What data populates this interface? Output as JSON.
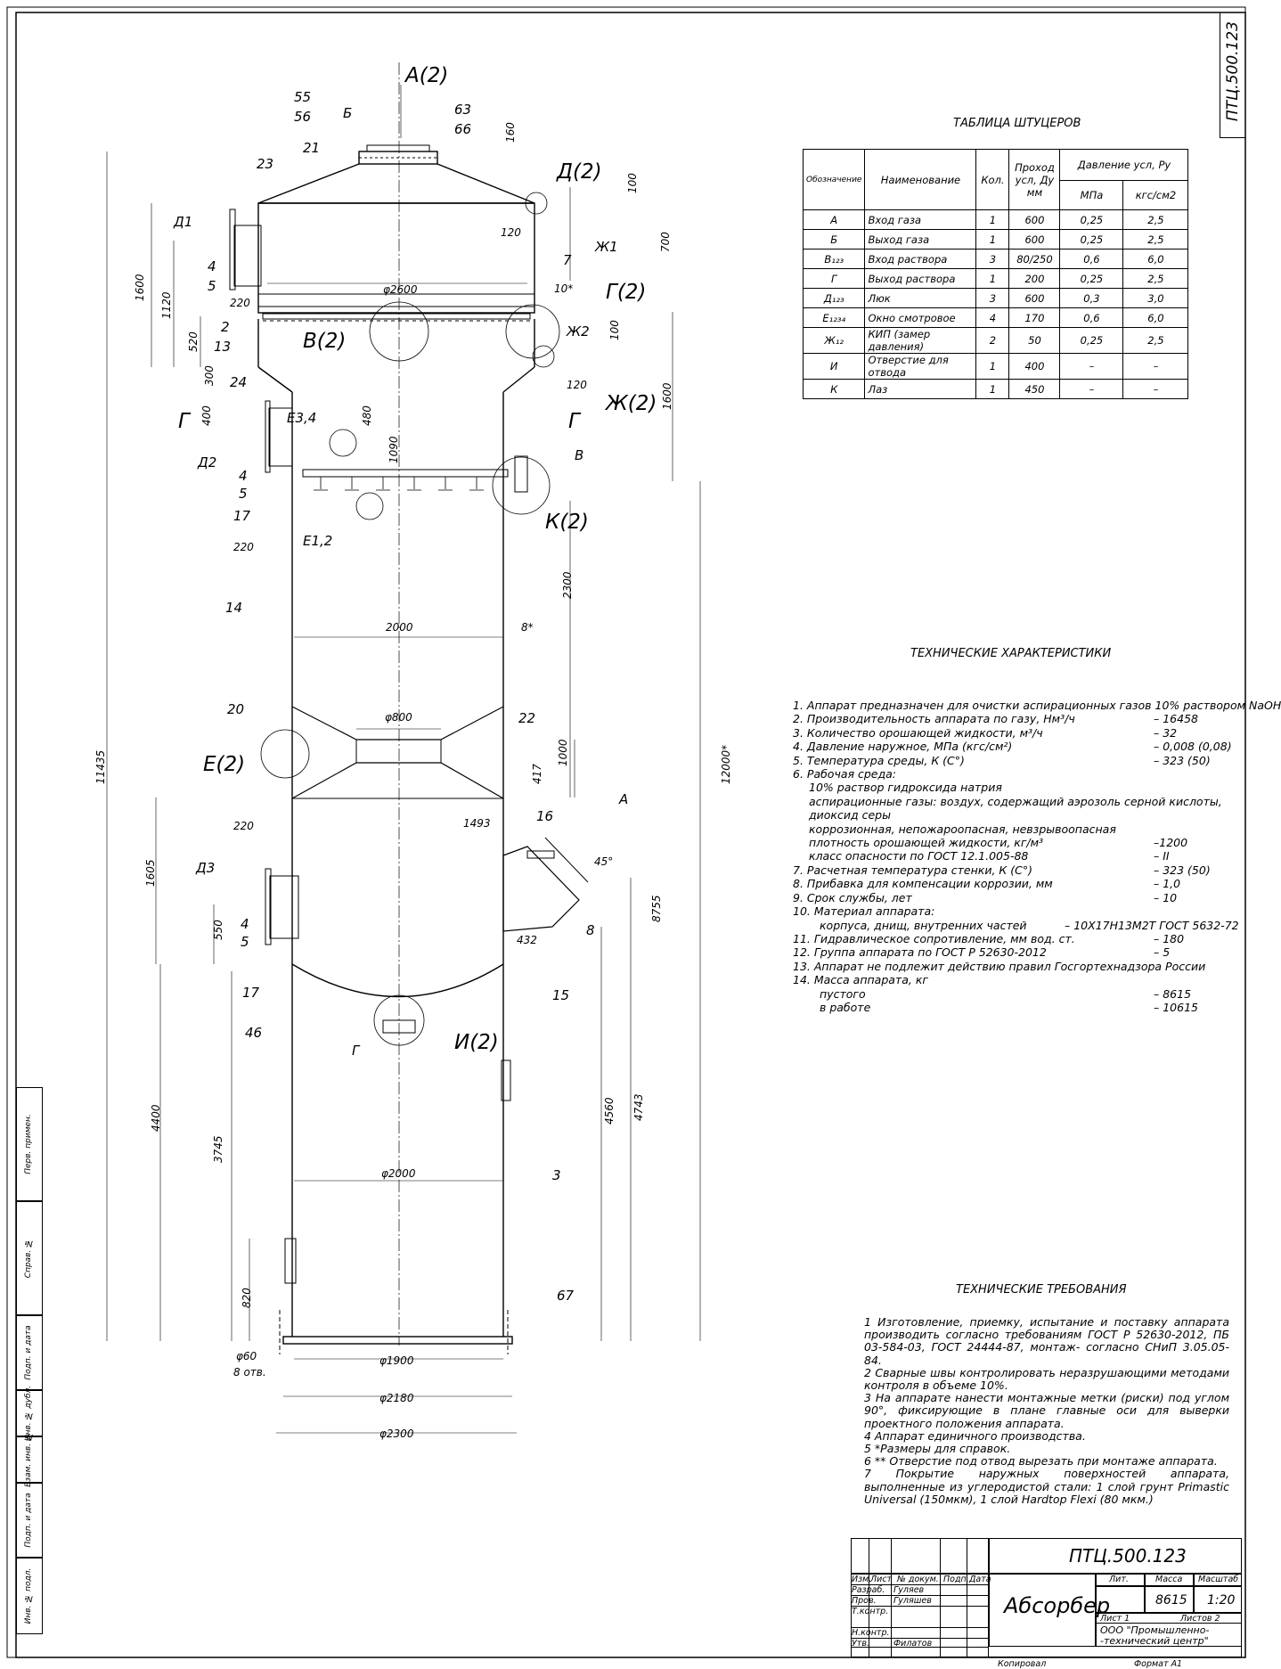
{
  "drawing_number": "ПТЦ.500.123",
  "nozzle_table": {
    "title": "ТАБЛИЦА ШТУЦЕРОВ",
    "headers": {
      "designation": "Обозначение",
      "name": "Наименование",
      "qty": "Кол.",
      "passage": "Проход усл, Ду мм",
      "pressure": "Давление усл, Ру",
      "mpa": "МПа",
      "kgs": "кгс/см2"
    },
    "rows": [
      {
        "d": "А",
        "n": "Вход газа",
        "q": "1",
        "dn": "600",
        "p": "0,25",
        "k": "2,5"
      },
      {
        "d": "Б",
        "n": "Выход газа",
        "q": "1",
        "dn": "600",
        "p": "0,25",
        "k": "2,5"
      },
      {
        "d": "В₁₂₃",
        "n": "Вход раствора",
        "q": "3",
        "dn": "80/250",
        "p": "0,6",
        "k": "6,0"
      },
      {
        "d": "Г",
        "n": "Выход раствора",
        "q": "1",
        "dn": "200",
        "p": "0,25",
        "k": "2,5"
      },
      {
        "d": "Д₁₂₃",
        "n": "Люк",
        "q": "3",
        "dn": "600",
        "p": "0,3",
        "k": "3,0"
      },
      {
        "d": "Е₁₂₃₄",
        "n": "Окно смотровое",
        "q": "4",
        "dn": "170",
        "p": "0,6",
        "k": "6,0"
      },
      {
        "d": "Ж₁₂",
        "n": "КИП (замер давления)",
        "q": "2",
        "dn": "50",
        "p": "0,25",
        "k": "2,5"
      },
      {
        "d": "И",
        "n": "Отверстие для отвода",
        "q": "1",
        "dn": "400",
        "p": "–",
        "k": "–"
      },
      {
        "d": "К",
        "n": "Лаз",
        "q": "1",
        "dn": "450",
        "p": "–",
        "k": "–"
      }
    ]
  },
  "tech_char": {
    "title": "ТЕХНИЧЕСКИЕ ХАРАКТЕРИСТИКИ",
    "lines": [
      {
        "t": "1. Аппарат предназначен для очистки аспирационных газов 10% раствором NaOH",
        "v": "",
        "i": 0
      },
      {
        "t": "2. Производительность аппарата по газу, Нм³/ч",
        "v": "– 16458",
        "i": 0
      },
      {
        "t": "3. Количество орошающей жидкости, м³/ч",
        "v": "– 32",
        "i": 0
      },
      {
        "t": "4. Давление наружное, МПа  (кгс/см²)",
        "v": "– 0,008 (0,08)",
        "i": 0
      },
      {
        "t": "5. Температура среды, К (С°)",
        "v": "– 323 (50)",
        "i": 0
      },
      {
        "t": "6. Рабочая среда:",
        "v": "",
        "i": 0
      },
      {
        "t": "10% раствор гидроксида натрия",
        "v": "",
        "i": 1
      },
      {
        "t": "аспирационные газы: воздух, содержащий аэрозоль серной кислоты,",
        "v": "",
        "i": 1
      },
      {
        "t": "диоксид серы",
        "v": "",
        "i": 1
      },
      {
        "t": "коррозионная, непожароопасная, невзрывоопасная",
        "v": "",
        "i": 1
      },
      {
        "t": "плотность орошающей жидкости, кг/м³",
        "v": "–1200",
        "i": 1
      },
      {
        "t": "класс опасности по ГОСТ 12.1.005-88",
        "v": "– II",
        "i": 1
      },
      {
        "t": "7. Расчетная температура стенки, К (С°)",
        "v": "– 323 (50)",
        "i": 0
      },
      {
        "t": "8. Прибавка для компенсации коррозии, мм",
        "v": "– 1,0",
        "i": 0
      },
      {
        "t": "9. Срок службы, лет",
        "v": "– 10",
        "i": 0
      },
      {
        "t": "10. Материал аппарата:",
        "v": "",
        "i": 0
      },
      {
        "t": "корпуса, днищ, внутренних частей",
        "v": "– 10Х17Н13М2Т ГОСТ 5632-72",
        "i": 2
      },
      {
        "t": "11. Гидравлическое сопротивление, мм вод. ст.",
        "v": "– 180",
        "i": 0
      },
      {
        "t": "12. Группа аппарата по ГОСТ Р 52630-2012",
        "v": "– 5",
        "i": 0
      },
      {
        "t": "13. Аппарат не подлежит действию правил Госгортехнадзора России",
        "v": "",
        "i": 0
      },
      {
        "t": "14. Масса аппарата, кг",
        "v": "",
        "i": 0
      },
      {
        "t": "пустого",
        "v": "– 8615",
        "i": 2
      },
      {
        "t": "в работе",
        "v": "– 10615",
        "i": 2
      }
    ]
  },
  "tech_req": {
    "title": "ТЕХНИЧЕСКИЕ ТРЕБОВАНИЯ",
    "lines": [
      "1 Изготовление, приемку, испытание и поставку аппарата производить согласно требованиям ГОСТ Р 52630-2012, ПБ 03-584-03, ГОСТ 24444-87, монтаж- согласно СНиП 3.05.05-84.",
      "2 Сварные швы контролировать неразрушающими методами контроля в объеме 10%.",
      "3 На аппарате нанести монтажные метки (риски) под углом 90°, фиксирующие в плане главные оси для выверки проектного положения аппарата.",
      "4 Аппарат единичного производства.",
      "5 *Размеры для справок.",
      "6 ** Отверстие под отвод вырезать при монтаже аппарата.",
      "7 Покрытие наружных поверхностей аппарата, выполненные из углеродистой стали: 1 слой грунт Primastic Universal (150мкм), 1 слой Hardtop Flexi (80 мкм.)"
    ]
  },
  "title_block": {
    "number": "ПТЦ.500.123",
    "name": "Абсорбер",
    "lit": "Лит.",
    "mass_h": "Масса",
    "scale_h": "Масштаб",
    "mass": "8615",
    "scale": "1:20",
    "sheet": "Лист   1",
    "sheets": "Листов   2",
    "org": "ООО \"Промышленно- -технический центр\"",
    "izm": "Изм.",
    "list": "Лист",
    "docnum": "№ докум.",
    "podp": "Подп.",
    "data": "Дата",
    "razrab": "Разраб.",
    "razrab_n": "Гуляев",
    "prov": "Пров.",
    "prov_n": "Гуляшев",
    "tkontr": "Т.контр.",
    "nkontr": "Н.контр.",
    "utv": "Утв.",
    "utv_n": "Филатов",
    "kopiroval": "Копировал",
    "format": "Формат   А1"
  },
  "side_strip": [
    "Перв. примен.",
    "Справ. №",
    "Подп. и дата",
    "Инв. № дубл.",
    "Взам. инв. №",
    "Подп. и дата",
    "Инв. № подл."
  ],
  "labels": {
    "A2": "А(2)",
    "B": "Б",
    "n55": "55",
    "n56": "56",
    "n63": "63",
    "n66": "66",
    "n21": "21",
    "n23": "23",
    "D2top": "Д(2)",
    "D1": "Д1",
    "n4a": "4",
    "n5a": "5",
    "Zh1": "Ж1",
    "n7": "7",
    "G2": "Г(2)",
    "n2": "2",
    "n13": "13",
    "V2": "В(2)",
    "Zh2": "Ж2",
    "n24": "24",
    "Zh2b": "Ж(2)",
    "G": "Г",
    "E34": "Е3,4",
    "D2": "Д2",
    "n4b": "4",
    "n5b": "5",
    "n17a": "17",
    "V": "В",
    "K2": "К(2)",
    "E12": "Е1,2",
    "n14": "14",
    "n20": "20",
    "n22": "22",
    "E2": "Е(2)",
    "n16": "16",
    "A": "А",
    "D3": "Д3",
    "n4c": "4",
    "n5c": "5",
    "n8": "8",
    "n17b": "17",
    "n15": "15",
    "n46": "46",
    "Gb": "Г",
    "I2": "И(2)",
    "n3": "3",
    "n67": "67",
    "otv": "8 отв."
  },
  "dims": {
    "d160": "160",
    "d100a": "100",
    "d700": "700",
    "d120a": "120",
    "d10": "10*",
    "phi2600": "φ2600",
    "d1600a": "1600",
    "d1120": "1120",
    "d520": "520",
    "d220a": "220",
    "d300": "300",
    "d100b": "100",
    "d120b": "120",
    "d1600b": "1600",
    "d480": "480",
    "d1090": "1090",
    "d400": "400",
    "d220b": "220",
    "d2300": "2300",
    "d2000": "2000",
    "d8": "8*",
    "phi800": "φ800",
    "d1000": "1000",
    "d417": "417",
    "d12000": "12000*",
    "d11435": "11435",
    "d1493": "1493",
    "d220c": "220",
    "d1605": "1605",
    "d45": "45°",
    "d550": "550",
    "d432": "432",
    "d8755": "8755",
    "d4400": "4400",
    "d3745": "3745",
    "d4560": "4560",
    "d4743": "4743",
    "phi2000": "φ2000",
    "d820": "820",
    "phi60": "φ60",
    "phi1900": "φ1900",
    "phi2180": "φ2180",
    "phi2300": "φ2300"
  }
}
